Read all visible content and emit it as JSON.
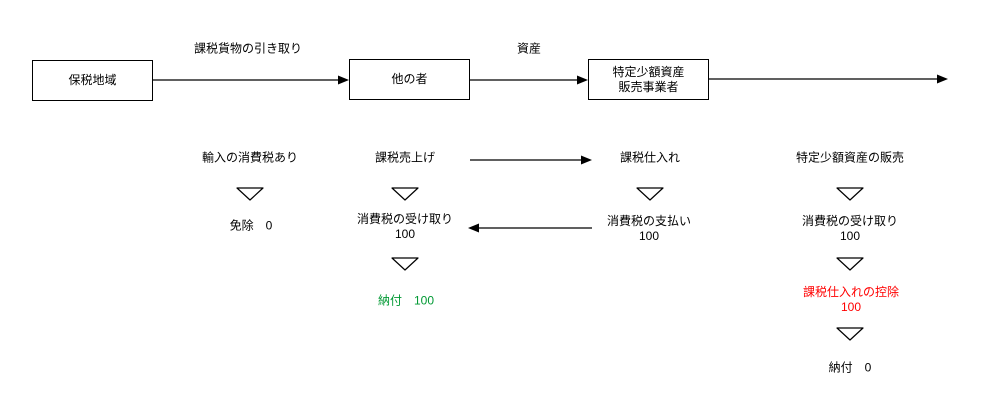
{
  "diagram": {
    "boxes": {
      "bonded_area": "保税地域",
      "other_person": "他の者",
      "seller": "特定少額資産\n販売事業者"
    },
    "arrow_labels": {
      "goods_withdrawal": "課税貨物の引き取り",
      "asset": "資産"
    },
    "col1": {
      "header": "輸入の消費税あり",
      "exemption": "免除　0"
    },
    "col2": {
      "header": "課税売上げ",
      "tax_received": "消費税の受け取り\n100",
      "payment": "納付　100"
    },
    "col3": {
      "header": "課税仕入れ",
      "tax_paid": "消費税の支払い\n100"
    },
    "col4": {
      "header": "特定少額資産の販売",
      "tax_received": "消費税の受け取り\n100",
      "deduction": "課税仕入れの控除\n100",
      "payment": "納付　0"
    },
    "colors": {
      "payment_green": "#009933",
      "deduction_red": "#ff0000",
      "line": "#000000",
      "background": "#ffffff"
    }
  }
}
